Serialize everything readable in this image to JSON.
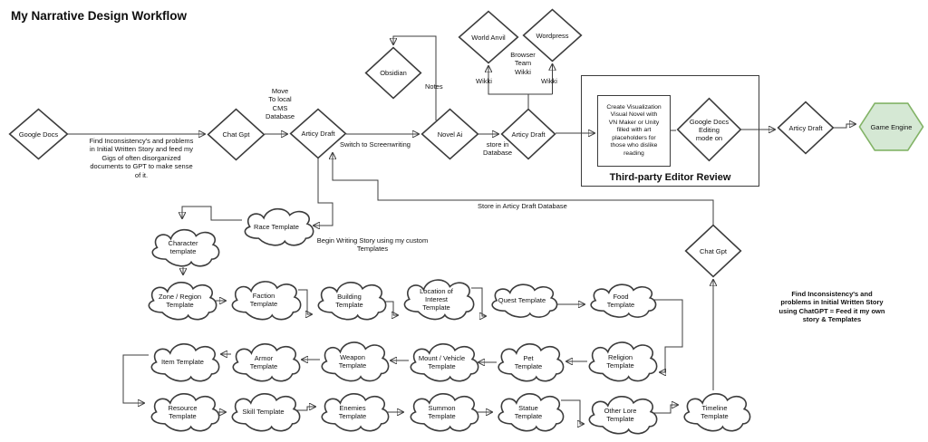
{
  "title": "My Narrative Design Workflow",
  "colors": {
    "stroke": "#3c3c3c",
    "node_fill": "#ffffff",
    "game_engine_fill": "#d5e8d4",
    "game_engine_stroke": "#82b366"
  },
  "nodes": {
    "google_docs": "Google Docs",
    "chat_gpt_1": "Chat Gpt",
    "articy_draft_1": "Articy Draft",
    "obsidian": "Obsidian",
    "novel_ai": "Novel Ai",
    "world_anvil": "World Anvil",
    "wordpress": "Wordpress",
    "articy_draft_2": "Articy Draft",
    "visualization_box": "Create Visualization\nVisual Novel with\nVN Maker or Unity\nfilled with art\nplaceholders for\nthose who dislike\nreading",
    "google_docs_editing": "Google Docs\nEditing\nmode on",
    "third_party_review": "Third-party Editor Review",
    "articy_draft_3": "Articy Draft",
    "game_engine": "Game Engine",
    "chat_gpt_2": "Chat Gpt",
    "character_template": "Character\ntemplate",
    "race_template": "Race Template",
    "zone_region_template": "Zone / Region\nTemplate",
    "faction_template": "Faction\nTemplate",
    "building_template": "Building\nTemplate",
    "location_of_interest_template": "Location of\nInterest\nTemplate",
    "quest_template": "Quest Template",
    "food_template": "Food\nTemplate",
    "item_template": "Item Template",
    "armor_template": "Armor\nTemplate",
    "weapon_template": "Weapon\nTemplate",
    "mount_vehicle_template": "Mount / Vehicle\nTemplate",
    "pet_template": "Pet\nTemplate",
    "religion_template": "Religion\nTemplate",
    "resource_template": "Resource\nTemplate",
    "skill_template": "Skill Template",
    "enemies_template": "Enemies\nTemplate",
    "summon_template": "Summon\nTemplate",
    "statue_template": "Statue\nTemplate",
    "other_lore_template": "Other Lore\nTemplate",
    "timeline_template": "Timeline\nTemplate"
  },
  "annotations": {
    "gpt_feed_note": "Find Inconsistency's and problems\nin Initial Written Story and feed my\nGigs of often disorganized\ndocuments to GPT to make sense\nof it.",
    "move_cms_note": "Move\nTo local\nCMS\nDatabase",
    "switch_screenwriting": "Switch to Screenwriting",
    "notes_label": "Notes",
    "store_in_database": "store in\nDatabase",
    "browser_team_wikki": "Browser\nTeam\nWikki",
    "wikki_left": "Wikki",
    "wikki_right": "Wikki",
    "begin_writing_note": "Begin Writing Story using my custom\nTemplates",
    "store_articy_note": "Store in Articy Draft Database",
    "chatgpt_templates_note": "Find Inconsistency's and\nproblems  in Initial Written Story\nusing ChatGPT = Feed it my own\nstory & Templates"
  }
}
